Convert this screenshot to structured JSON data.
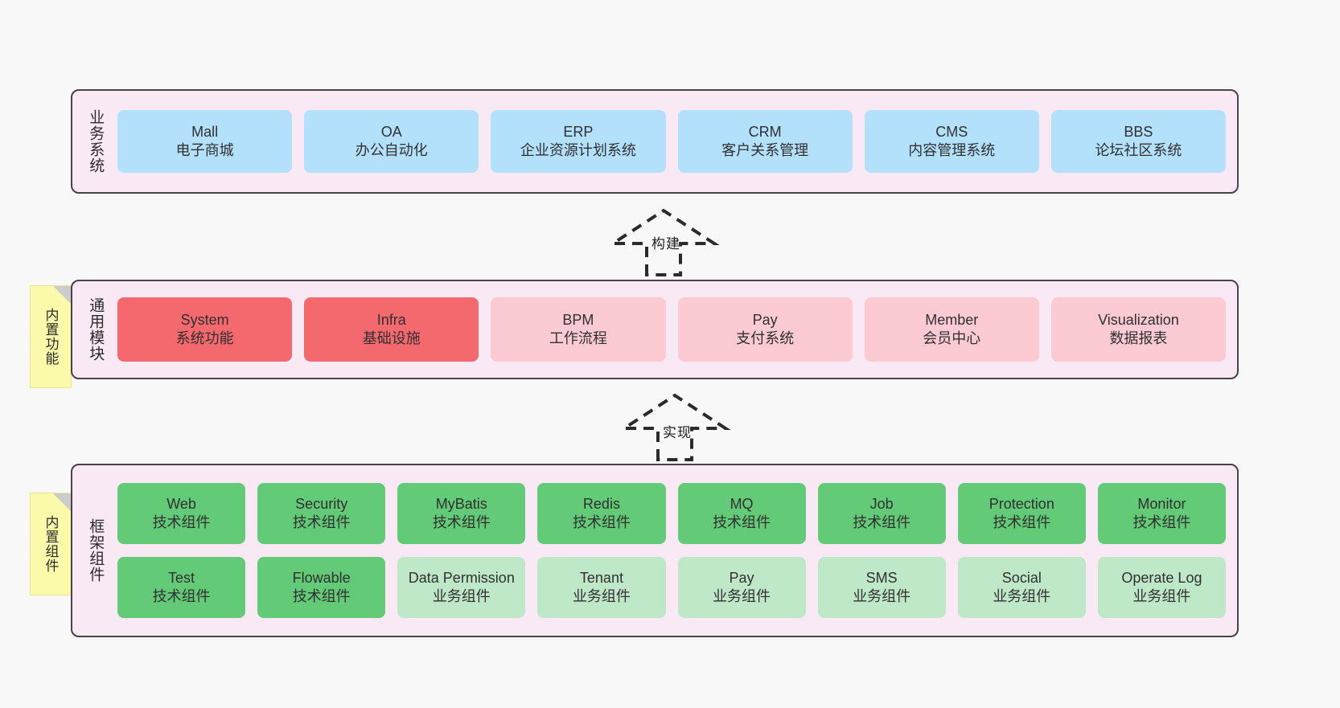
{
  "diagram": {
    "background": "#f8f8f8",
    "layer_fill": "#f8e9f4",
    "layer_border": "#4a414b",
    "note_fill": "#fbfaab",
    "colors": {
      "business_system": "#b3e0fb",
      "module_primary": "#f4696e",
      "module_secondary": "#fbcad2",
      "tech_component": "#63ca77",
      "business_component": "#bfe8c8"
    }
  },
  "layers": [
    {
      "id": "business-system",
      "title": "业务系统",
      "rows": [
        {
          "cells": [
            {
              "name": "Mall",
              "desc": "电子商城",
              "color": "c-blue"
            },
            {
              "name": "OA",
              "desc": "办公自动化",
              "color": "c-blue"
            },
            {
              "name": "ERP",
              "desc": "企业资源计划系统",
              "color": "c-blue"
            },
            {
              "name": "CRM",
              "desc": "客户关系管理",
              "color": "c-blue"
            },
            {
              "name": "CMS",
              "desc": "内容管理系统",
              "color": "c-blue"
            },
            {
              "name": "BBS",
              "desc": "论坛社区系统",
              "color": "c-blue"
            }
          ]
        }
      ]
    },
    {
      "id": "common-module",
      "title": "通用模块",
      "note": "内置功能",
      "rows": [
        {
          "cells": [
            {
              "name": "System",
              "desc": "系统功能",
              "color": "c-red"
            },
            {
              "name": "Infra",
              "desc": "基础设施",
              "color": "c-red"
            },
            {
              "name": "BPM",
              "desc": "工作流程",
              "color": "c-pink"
            },
            {
              "name": "Pay",
              "desc": "支付系统",
              "color": "c-pink"
            },
            {
              "name": "Member",
              "desc": "会员中心",
              "color": "c-pink"
            },
            {
              "name": "Visualization",
              "desc": "数据报表",
              "color": "c-pink"
            }
          ]
        }
      ]
    },
    {
      "id": "framework-component",
      "title": "框架组件",
      "note": "内置组件",
      "rows": [
        {
          "cells": [
            {
              "name": "Web",
              "desc": "技术组件",
              "color": "c-green"
            },
            {
              "name": "Security",
              "desc": "技术组件",
              "color": "c-green"
            },
            {
              "name": "MyBatis",
              "desc": "技术组件",
              "color": "c-green"
            },
            {
              "name": "Redis",
              "desc": "技术组件",
              "color": "c-green"
            },
            {
              "name": "MQ",
              "desc": "技术组件",
              "color": "c-green"
            },
            {
              "name": "Job",
              "desc": "技术组件",
              "color": "c-green"
            },
            {
              "name": "Protection",
              "desc": "技术组件",
              "color": "c-green"
            },
            {
              "name": "Monitor",
              "desc": "技术组件",
              "color": "c-green"
            }
          ]
        },
        {
          "cells": [
            {
              "name": "Test",
              "desc": "技术组件",
              "color": "c-green"
            },
            {
              "name": "Flowable",
              "desc": "技术组件",
              "color": "c-green"
            },
            {
              "name": "Data Permission",
              "desc": "业务组件",
              "color": "c-lightgreen",
              "wrap": true
            },
            {
              "name": "Tenant",
              "desc": "业务组件",
              "color": "c-lightgreen"
            },
            {
              "name": "Pay",
              "desc": "业务组件",
              "color": "c-lightgreen"
            },
            {
              "name": "SMS",
              "desc": "业务组件",
              "color": "c-lightgreen"
            },
            {
              "name": "Social",
              "desc": "业务组件",
              "color": "c-lightgreen"
            },
            {
              "name": "Operate Log",
              "desc": "业务组件",
              "color": "c-lightgreen"
            }
          ]
        }
      ]
    }
  ],
  "arrows": [
    {
      "id": "build",
      "label": "构建"
    },
    {
      "id": "implement",
      "label": "实现"
    }
  ]
}
